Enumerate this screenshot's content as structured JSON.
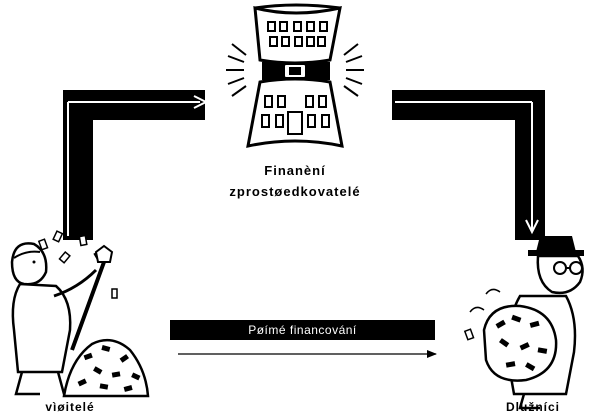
{
  "nodes": {
    "intermediary": {
      "line1": "Finanèní",
      "line2": "zprostøedkovatelé"
    },
    "lenders": {
      "label": "vìøitelé"
    },
    "borrowers": {
      "label": "Dlužníci"
    }
  },
  "flows": {
    "direct": {
      "label": "Pøímé financování"
    }
  },
  "icons": {
    "intermediary": "bank-building-icon",
    "lenders": "person-shoveling-money-icon",
    "borrowers": "person-holding-money-icon"
  },
  "colors": {
    "ink": "#000000",
    "background": "#ffffff",
    "banner_text": "#ffffff"
  }
}
